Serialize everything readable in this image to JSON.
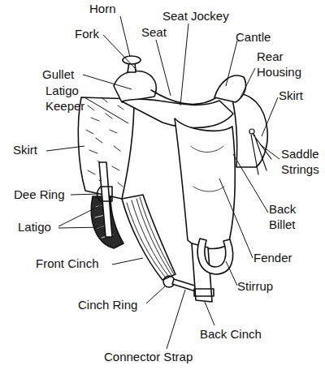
{
  "diagram": {
    "labels": [
      "Horn",
      "Seat Jockey",
      "Seat",
      "Cantle",
      "Fork",
      "Rear Housing",
      "Gullet",
      "Skirt",
      "Latigo Keeper",
      "Saddle Strings",
      "Skirt",
      "Back Billet",
      "Dee Ring",
      "Latigo",
      "Fender",
      "Front Cinch",
      "Stirrup",
      "Cinch Ring",
      "Back Cinch",
      "Connector Strap"
    ]
  }
}
